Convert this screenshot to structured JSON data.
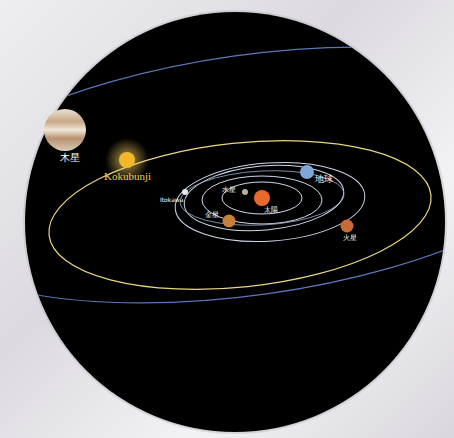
{
  "diagram": {
    "labels": [
      "木星",
      "Kokubunji",
      "Itokawa",
      "水星",
      "太陽",
      "地球",
      "金星",
      "火星"
    ]
  }
}
